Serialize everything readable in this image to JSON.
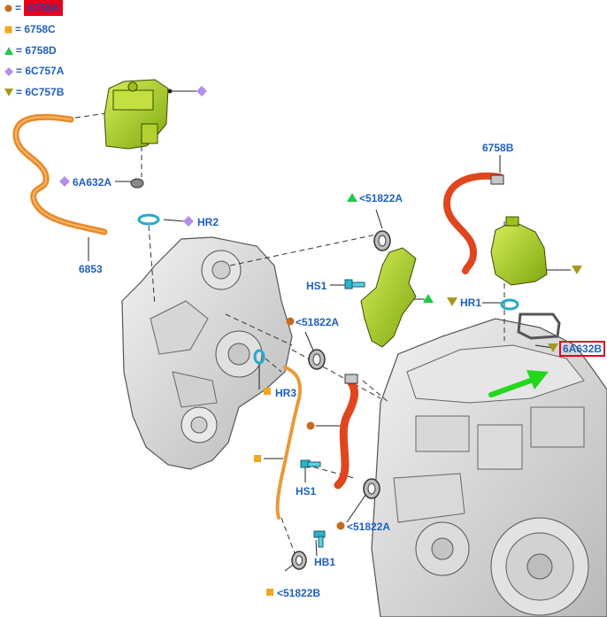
{
  "legend": [
    {
      "symbol": "circle",
      "color": "#c8691c",
      "code": "6758A"
    },
    {
      "symbol": "square",
      "color": "#f0a81e",
      "code": "6758C"
    },
    {
      "symbol": "triangle",
      "color": "#22c84a",
      "code": "6758D"
    },
    {
      "symbol": "diamond",
      "color": "#b48ee8",
      "code": "6C757A"
    },
    {
      "symbol": "inverted-triangle",
      "color": "#a89820",
      "code": "6C757B"
    }
  ],
  "legend_sep": "=",
  "callouts": {
    "hose_6853": "6853",
    "cap_6a632a": "6A632A",
    "ring_hr2": "HR2",
    "seal_51822a_top": "<51822A",
    "bolt_hs1_top": "HS1",
    "hose_6758b": "6758B",
    "ring_hr1": "HR1",
    "gasket_6a632b": "6A632B",
    "seal_51822a_mid": "<51822A",
    "ring_hr3": "HR3",
    "bolt_hs1_bottom": "HS1",
    "seal_51822a_low": "<51822A",
    "bolt_hb1": "HB1",
    "seal_51822b": "<51822B"
  },
  "colors": {
    "label": "#1f5fbf",
    "highlight": "#e8001c",
    "green_part": "#a8d020",
    "orange_hose": "#e87a2a",
    "red_hose": "#e0461e",
    "cyan_ring": "#2aa8c8",
    "arrow": "#22d81a"
  }
}
